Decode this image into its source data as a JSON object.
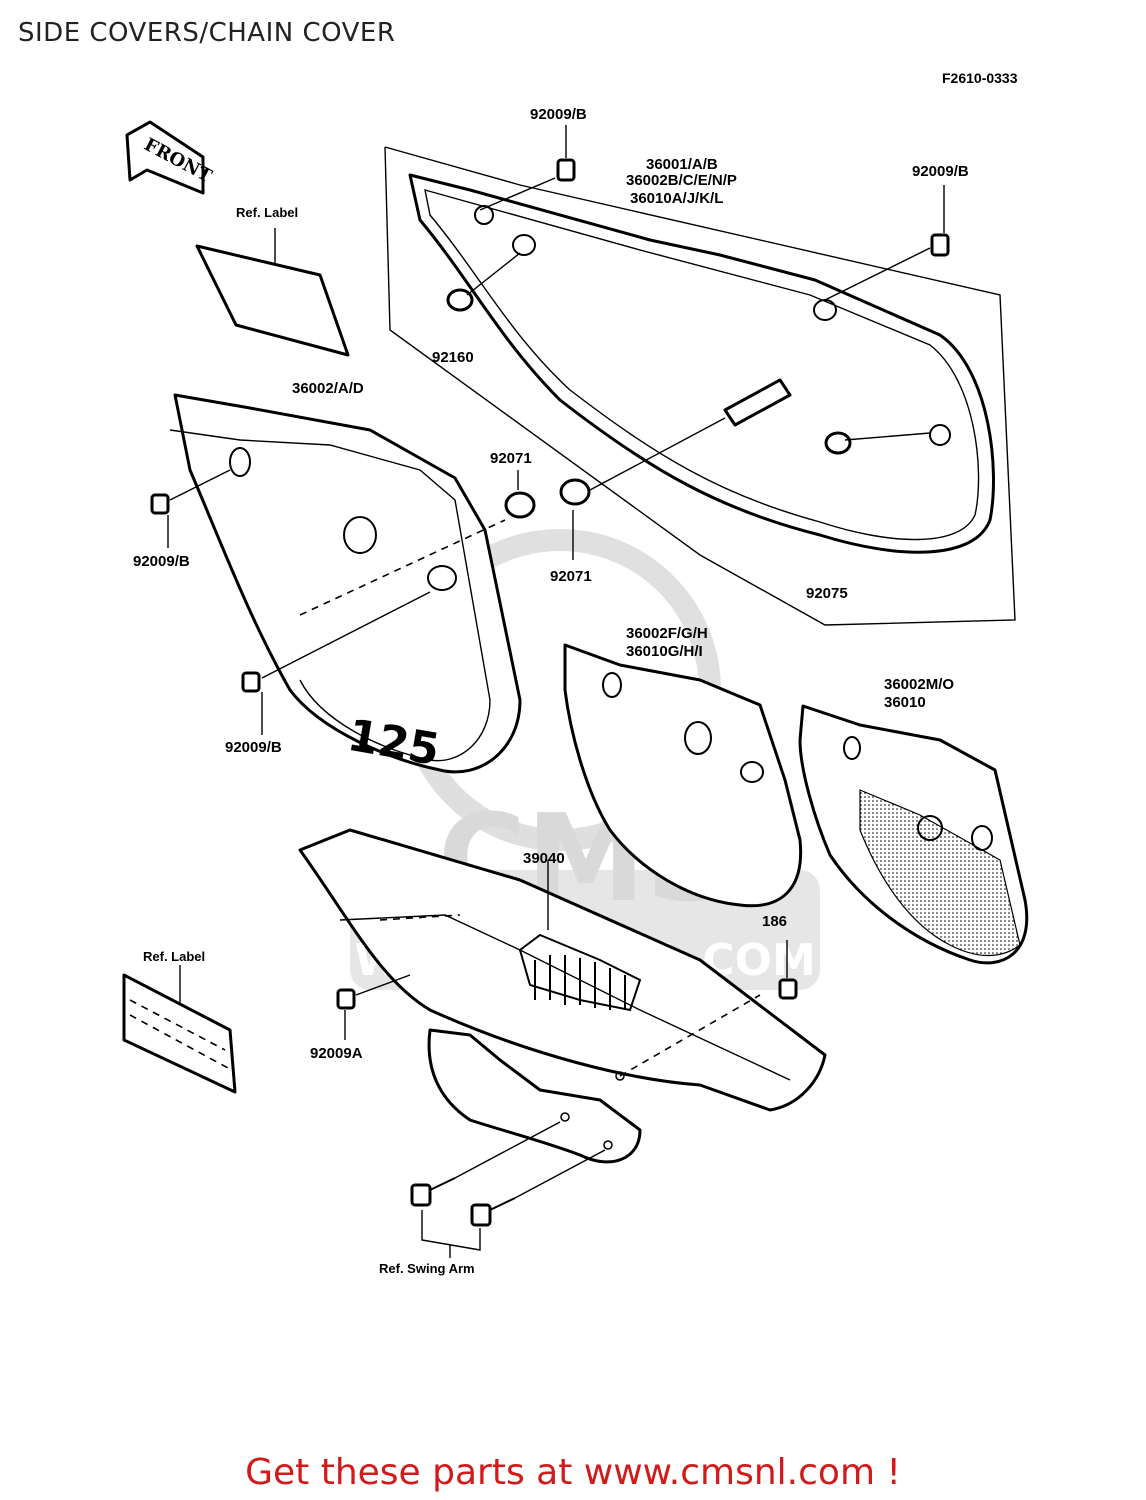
{
  "title": "SIDE COVERS/CHAIN COVER",
  "figure_code": "F2610-0333",
  "front_arrow_text": "FRONT",
  "decal_text": "125",
  "watermark": {
    "brand": "CMS",
    "url": "WWW.CMSNL.COM"
  },
  "callouts": {
    "bolt_top": "92009/B",
    "cover_main_1": "36001/A/B",
    "cover_main_2": "36002B/C/E/N/P",
    "cover_main_3": "36010A/J/K/L",
    "bolt_top_right": "92009/B",
    "ref_label_top": "Ref. Label",
    "grommet_92160": "92160",
    "cover_left": "36002/A/D",
    "grommet_92071_top": "92071",
    "bolt_left": "92009/B",
    "grommet_92071_mid": "92071",
    "grommet_92075": "92075",
    "cover_mid_1": "36002F/G/H",
    "cover_mid_2": "36010G/H/I",
    "cover_right_1": "36002M/O",
    "cover_right_2": "36010",
    "bolt_lower_left": "92009/B",
    "chain_cover": "39040",
    "bolt_186": "186",
    "ref_label_bottom": "Ref. Label",
    "bolt_92009a": "92009A",
    "ref_swing_arm": "Ref. Swing Arm"
  },
  "footer": "Get these parts at www.cmsnl.com !",
  "colors": {
    "footer": "#d21a1a",
    "lines": "#000000",
    "watermark": "#d9d9d9"
  }
}
